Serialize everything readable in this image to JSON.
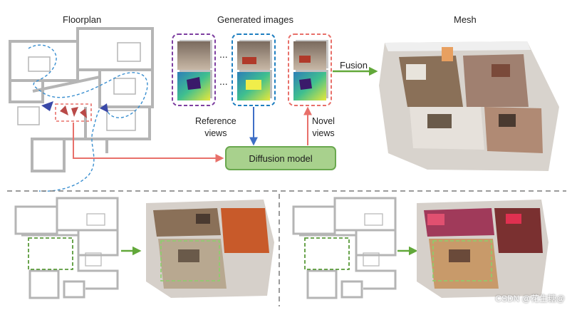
{
  "titles": {
    "floorplan": "Floorplan",
    "generated_images": "Generated images",
    "mesh": "Mesh"
  },
  "labels": {
    "reference_views": "Reference\nviews",
    "novel_views": "Novel\nviews",
    "fusion": "Fusion",
    "diffusion_model": "Diffusion model",
    "ellipsis": "..."
  },
  "watermark": "CSDN @花生糖@",
  "colors": {
    "reference_frame": "#7e3fa0",
    "second_frame": "#1f7fc0",
    "novel_frame": "#e8706a",
    "diffusion_fill": "#a8d18d",
    "diffusion_border": "#6aa84f",
    "path": "#3a8fd0",
    "wall": "#b5b5b5",
    "highlight": "#5a9a3a",
    "arrow_blue": "#3f6fc6",
    "arrow_red": "#e8706a",
    "arrow_green": "#62a83a"
  }
}
